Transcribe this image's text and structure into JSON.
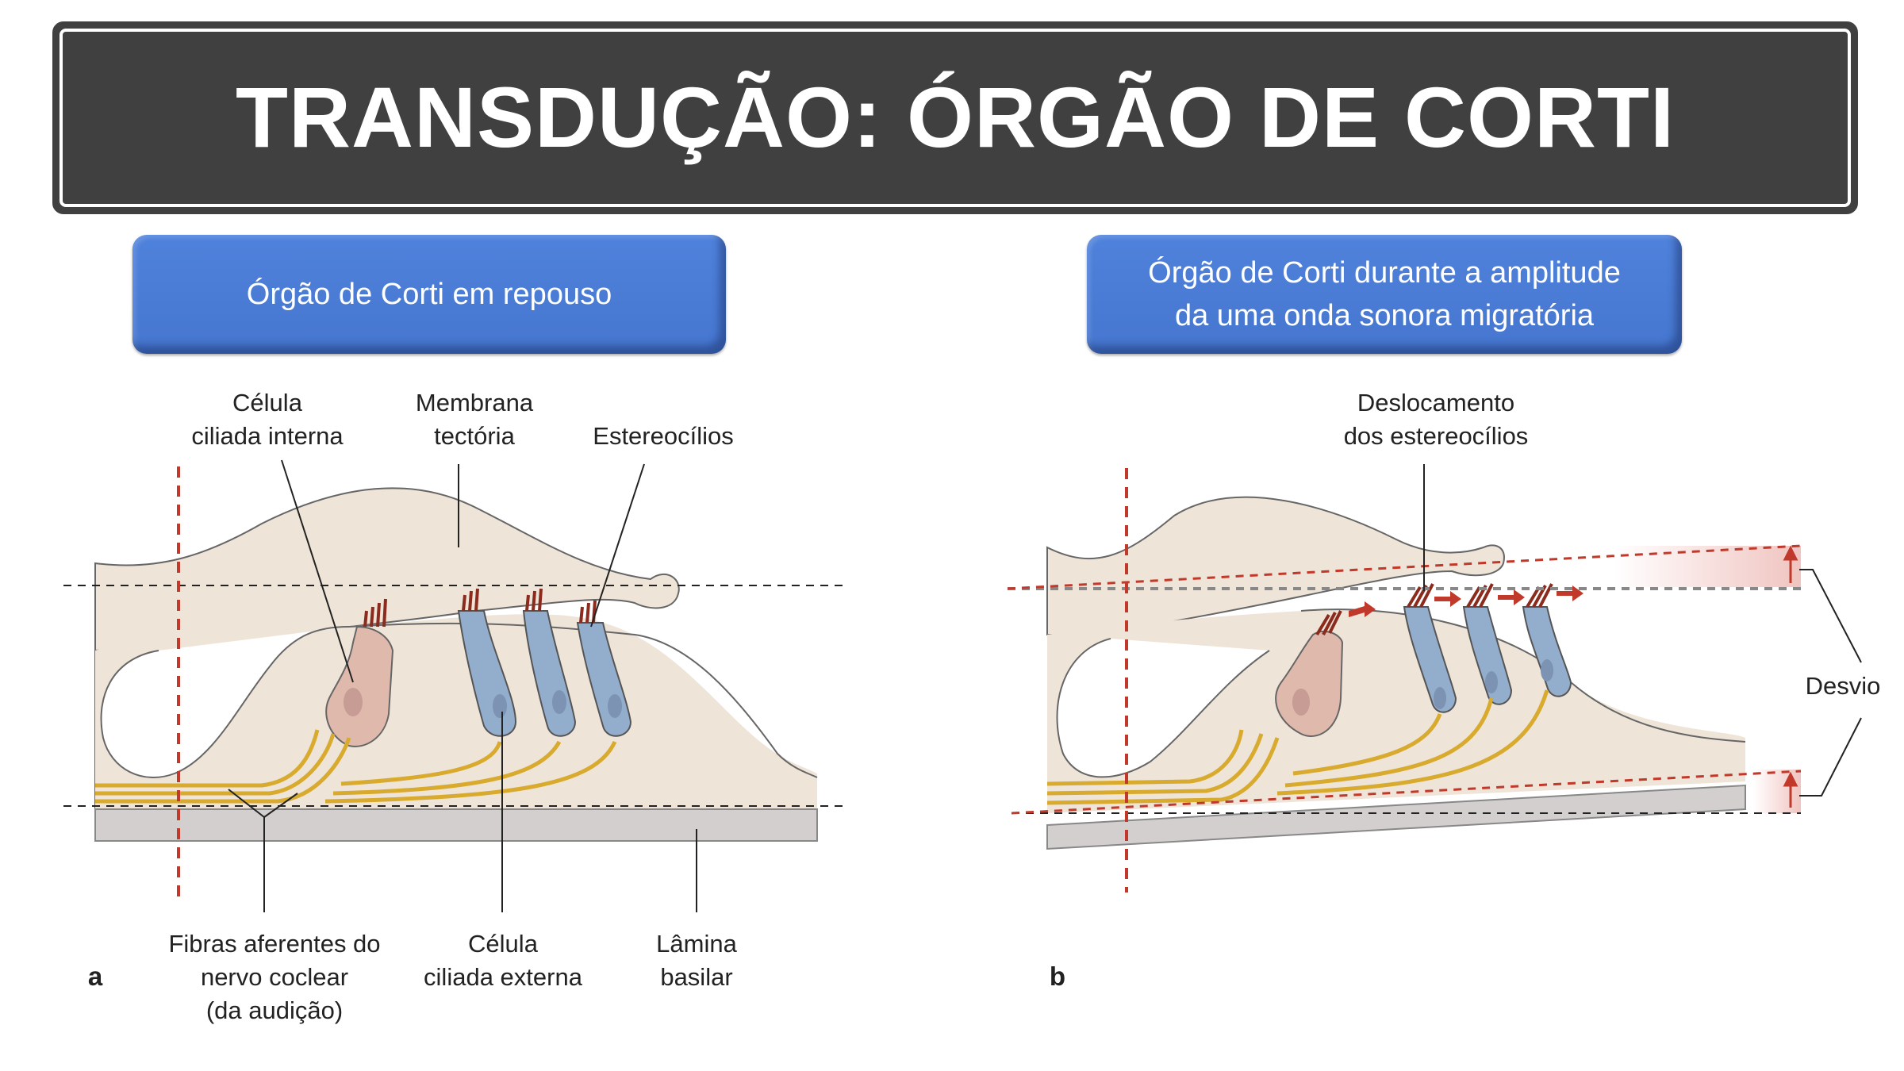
{
  "header": {
    "title": "TRANSDUÇÃO: ÓRGÃO DE CORTI"
  },
  "panels": [
    {
      "id": "a",
      "button_label": "Órgão de Corti em repouso",
      "panel_letter": "a",
      "labels": {
        "inner_hair_cell": [
          "Célula",
          "ciliada interna"
        ],
        "tectorial_membrane": [
          "Membrana",
          "tectória"
        ],
        "stereocilia": [
          "Estereocílios"
        ],
        "afferent_fibers": [
          "Fibras aferentes do",
          "nervo coclear",
          "(da audição)"
        ],
        "outer_hair_cell": [
          "Célula",
          "ciliada externa"
        ],
        "basilar_lamina": [
          "Lâmina",
          "basilar"
        ]
      }
    },
    {
      "id": "b",
      "button_label_lines": [
        "Órgão de Corti durante a amplitude",
        "da uma onda sonora migratória"
      ],
      "panel_letter": "b",
      "labels": {
        "stereocilia_displacement": [
          "Deslocamento",
          "dos estereocílios"
        ],
        "deflection": [
          "Desvio"
        ]
      }
    }
  ],
  "colors": {
    "header_bg": "#404040",
    "button_blue": "#4a7bd5",
    "tissue": "#efe4d8",
    "basilar": "#d3cfcf",
    "inner_cell": "#e0b9ad",
    "outer_cell": "#93aecd",
    "nerve": "#d8aa2e",
    "stereocilia": "#8b2b1e",
    "red_dash": "#c0392b"
  }
}
